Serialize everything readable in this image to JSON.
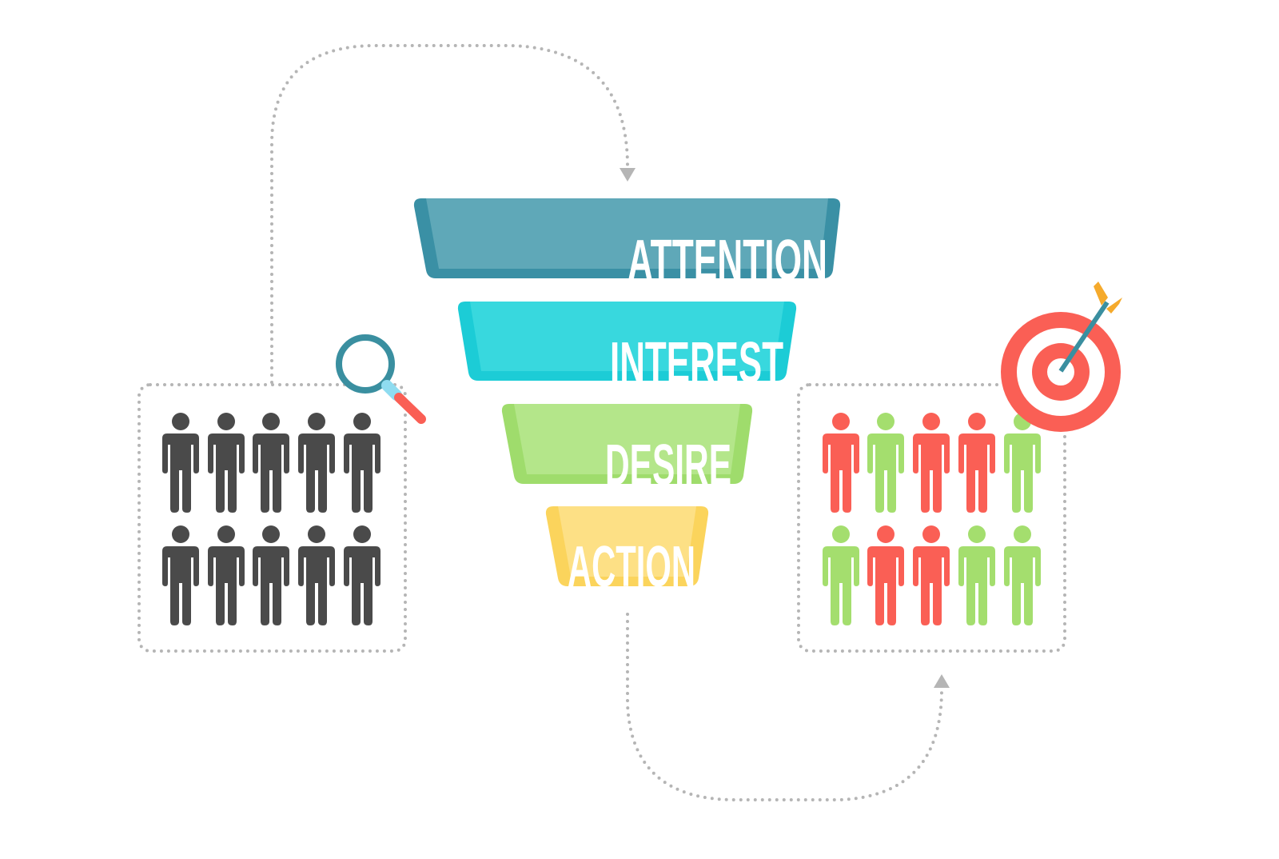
{
  "funnel": {
    "stages": [
      {
        "label": "ATTENTION",
        "color": "#5fa8b8",
        "edge": "#3a90a5"
      },
      {
        "label": "INTEREST",
        "color": "#38d8de",
        "edge": "#1cccd6"
      },
      {
        "label": "DESIRE",
        "color": "#b4e68a",
        "edge": "#9fdc6c"
      },
      {
        "label": "ACTION",
        "color": "#fde085",
        "edge": "#fbd45c"
      }
    ]
  },
  "colors": {
    "crowd": "#4a4a4a",
    "converted": "#a4de6e",
    "not_converted": "#fa5f55",
    "dots": "#b5b5b5",
    "magnifier_ring": "#3a8fa0",
    "magnifier_handle": "#fa5f55",
    "arrow_shaft": "#3a8fa0",
    "arrow_fletching": "#f5aa2c"
  },
  "left_group": {
    "rows": [
      [
        "crowd",
        "crowd",
        "crowd",
        "crowd",
        "crowd"
      ],
      [
        "crowd",
        "crowd",
        "crowd",
        "crowd",
        "crowd"
      ]
    ]
  },
  "right_group": {
    "rows": [
      [
        "not_converted",
        "converted",
        "not_converted",
        "not_converted",
        "converted"
      ],
      [
        "converted",
        "not_converted",
        "not_converted",
        "converted",
        "converted"
      ]
    ]
  },
  "icons": {
    "left": "magnifier-icon",
    "right": "target-arrow-icon"
  }
}
